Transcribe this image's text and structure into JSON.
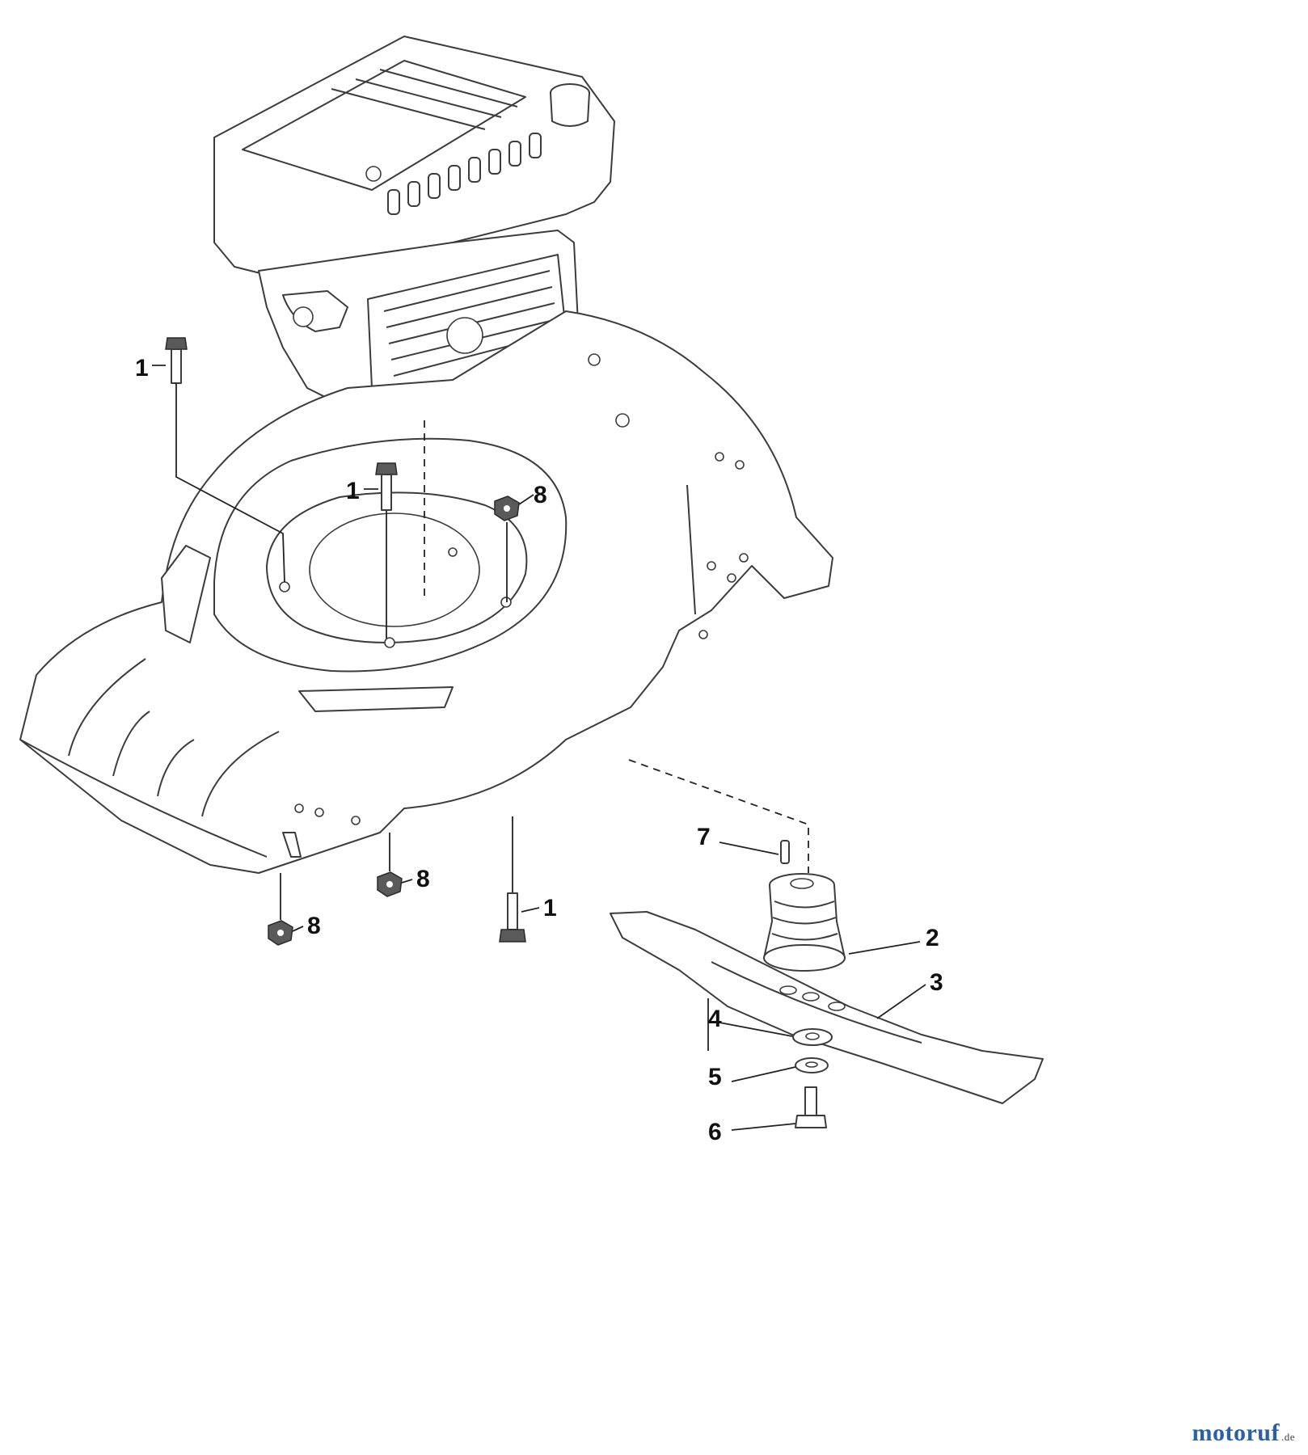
{
  "callouts": {
    "c1a": "1",
    "c1b": "1",
    "c1c": "1",
    "c2": "2",
    "c3": "3",
    "c4": "4",
    "c5": "5",
    "c6": "6",
    "c7": "7",
    "c8a": "8",
    "c8b": "8",
    "c8c": "8"
  },
  "watermark": {
    "brand": "motoruf",
    "tld": ".de"
  }
}
